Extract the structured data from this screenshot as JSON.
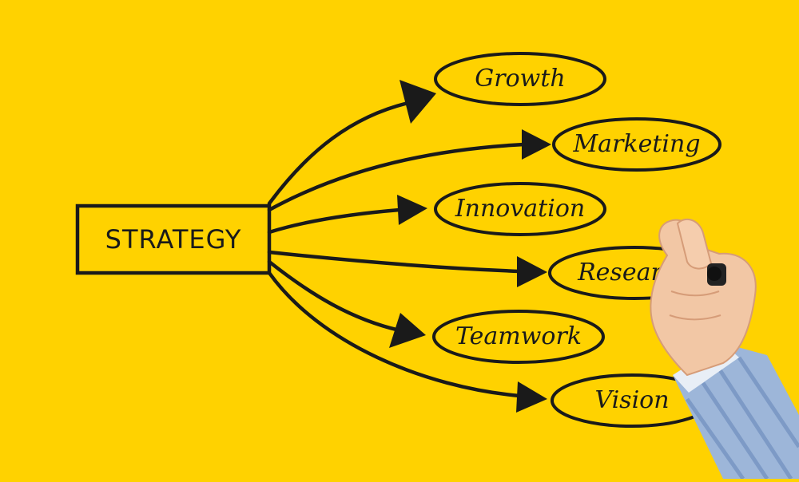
{
  "diagram": {
    "center": "STRATEGY",
    "branches": [
      "Growth",
      "Marketing",
      "Innovation",
      "Research",
      "Teamwork",
      "Vision"
    ],
    "colors": {
      "background": "#FFD200",
      "ink": "#1a1a1a",
      "skin": "#F2C7A5",
      "shirt": "#9DB6D9"
    }
  }
}
